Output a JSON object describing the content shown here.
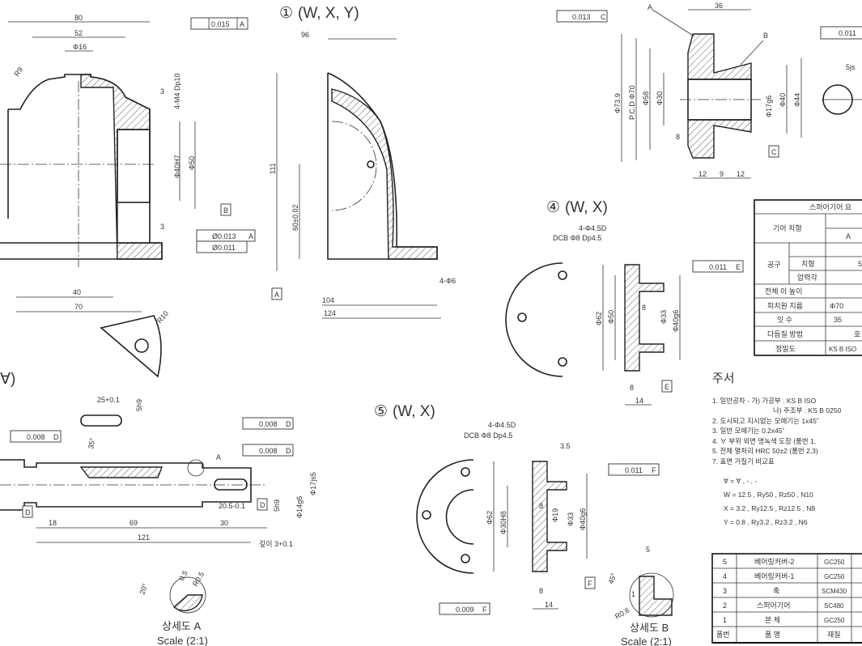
{
  "body_view": {
    "dims": [
      "80",
      "52",
      "Φ16",
      "R9",
      "3",
      "4-M4 Dp10",
      "Φ40H7",
      "Φ50",
      "3",
      "40",
      "70",
      "R10"
    ],
    "gdt_perp": {
      "value": "0.015",
      "datum": "A"
    },
    "gdt_par": {
      "value": "Ø0.013",
      "datum": "A"
    },
    "gdt_cyl": {
      "value": "Ø0.011"
    },
    "datum": "B"
  },
  "side_view": {
    "title": "①",
    "surface": "(W, X, Y)",
    "dims": [
      "96",
      "111",
      "60±0.02",
      "104",
      "124",
      "4-Φ6"
    ],
    "datum": "A"
  },
  "gear_view": {
    "dims": [
      "36",
      "Φ73.9",
      "P.C.D Φ70",
      "Φ58",
      "Φ30",
      "Φ17g6",
      "Φ40",
      "Φ44",
      "8",
      "12",
      "9",
      "12",
      "5js"
    ],
    "leaders": [
      "A",
      "B"
    ],
    "gdt_1": {
      "value": "0.013",
      "datum": "C"
    },
    "gdt_2": {
      "value": "0.011"
    },
    "datum": "C"
  },
  "cover1_view": {
    "title": "④",
    "surface": "(W, X)",
    "dims": [
      "4-Φ4.5D",
      "DCB Φ8 Dp4.5",
      "Φ62",
      "Φ50",
      "Φ33",
      "Φ40g6",
      "8",
      "8",
      "14"
    ],
    "gdt": {
      "value": "0.011",
      "datum": "E"
    },
    "datum": "E"
  },
  "shaft_view": {
    "dims": [
      "25+0.1",
      "5h9",
      "35°",
      "18",
      "69",
      "30",
      "121",
      "20.5-0.1",
      "5h9",
      "Φ17js5",
      "Φ14g6",
      "깊이 3+0.1"
    ],
    "leader": "A",
    "gdt": [
      {
        "value": "0.008",
        "datum": "D"
      },
      {
        "value": "0.008",
        "datum": "D"
      },
      {
        "value": "0.008",
        "datum": "D"
      }
    ],
    "datum": "D"
  },
  "detail_a": {
    "dims": [
      "20°",
      "R0.5",
      "0.5"
    ],
    "title": "상세도 A",
    "scale": "Scale (2:1)"
  },
  "cover2_view": {
    "title": "⑤",
    "surface": "(W, X)",
    "dims": [
      "4-Φ4.5D",
      "DCB Φ8 Dp4.5",
      "3.5",
      "Φ62",
      "Φ30H8",
      "Φ19",
      "Φ33",
      "Φ40g6",
      "8",
      "8",
      "14"
    ],
    "gdt_1": {
      "value": "0.011",
      "datum": "F"
    },
    "gdt_2": {
      "value": "0.009",
      "datum": "F"
    },
    "datum": "F"
  },
  "detail_b": {
    "dims": [
      "5",
      "1",
      "45°",
      "R0.6"
    ],
    "title": "상세도 B",
    "scale": "Scale (2:1)"
  },
  "gear_table": {
    "title": "스퍼어기어 요",
    "rows": [
      [
        "기어 치형",
        "A"
      ],
      [
        "공구",
        "",
        ""
      ],
      [
        "",
        "치형",
        "5"
      ],
      [
        "",
        "압력각",
        ""
      ],
      [
        "전체 이 높이",
        ""
      ],
      [
        "피치원 지름",
        "Φ70"
      ],
      [
        "잇 수",
        "35"
      ],
      [
        "다듬질 방법",
        "호"
      ],
      [
        "정밀도",
        "KS B ISO"
      ]
    ]
  },
  "notes": {
    "title": "주서",
    "lines": [
      "1. 일반공차 - 가) 가공부 : KS B ISO",
      "나) 주조부 : KS B 0250",
      "2. 도시되고 지시없는 모떼기는 1x45˚",
      "3. 일반 모떼기는 0.2x45˚",
      "4. ∀ 부위 외면 명녹색 도장 (품번 1,",
      "5. 전체 열처리 HRC 50±2 (품번 2,3)",
      "7. 표면 거칠기 비교표"
    ],
    "roughness": [
      [
        "∀ = ∀ ,  -   ,  -"
      ],
      [
        "W = 12.5 , Ry50  , Rz50  , N10"
      ],
      [
        "X = 3.2 , Ry12.5 , Rz12.5 , N8"
      ],
      [
        "Y = 0.8 , Ry3.2  , Rz3.2  , N6"
      ]
    ]
  },
  "parts_list": {
    "rows": [
      [
        "5",
        "베어링커버-2",
        "GC250"
      ],
      [
        "4",
        "베어링커버-1",
        "GC250"
      ],
      [
        "3",
        "축",
        "SCM430"
      ],
      [
        "2",
        "스퍼어기어",
        "SC480"
      ],
      [
        "1",
        "본   체",
        "GC250"
      ]
    ],
    "header": [
      "품번",
      "품  명",
      "재질"
    ]
  }
}
